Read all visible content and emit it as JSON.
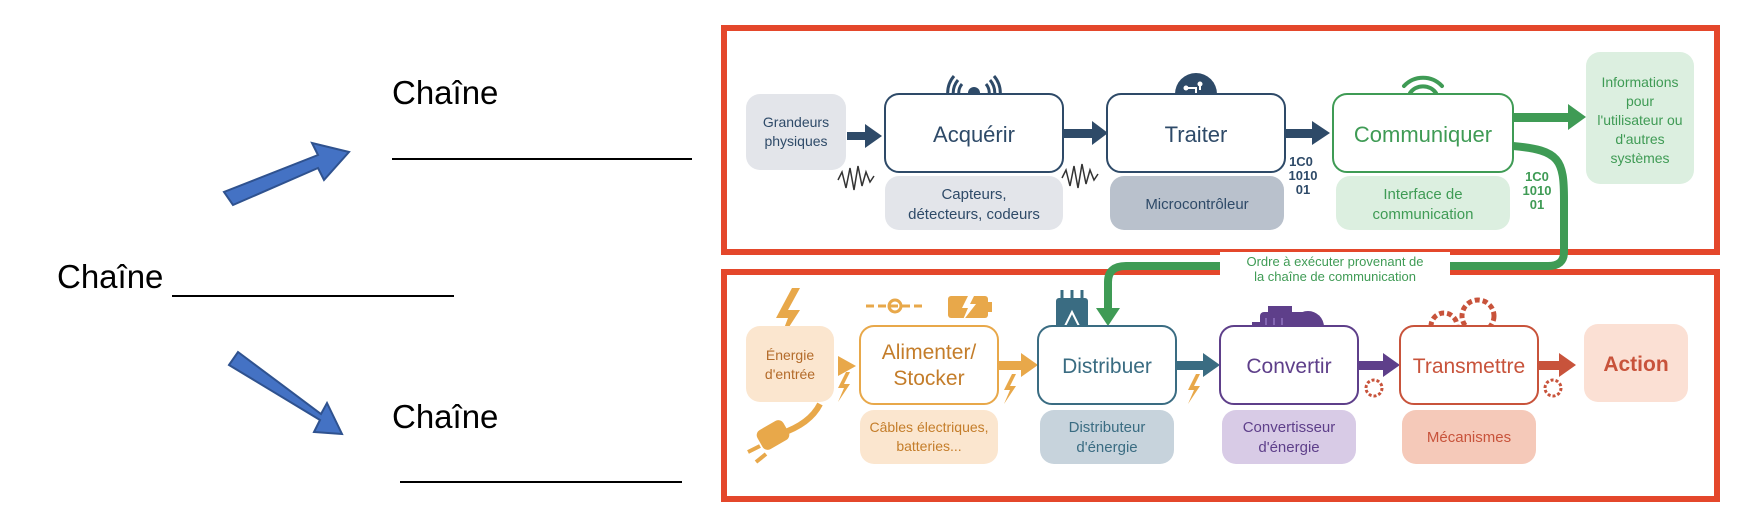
{
  "worksheet": {
    "top_label": "Chaîne",
    "middle_label": "Chaîne",
    "bottom_label": "Chaîne"
  },
  "info_chain": {
    "input": [
      "Grandeurs",
      "physiques"
    ],
    "blocks": [
      {
        "title": "Acquérir",
        "sub": [
          "Capteurs,",
          "détecteurs, codeurs"
        ]
      },
      {
        "title": "Traiter",
        "sub": [
          "Microcontrôleur"
        ]
      },
      {
        "title": "Communiquer",
        "sub": [
          "Interface de",
          "communication"
        ]
      }
    ],
    "output": [
      "Informations",
      "pour",
      "l'utilisateur ou",
      "d'autres",
      "systèmes"
    ],
    "binary_a": [
      "1C0",
      "1010",
      "01"
    ],
    "binary_b": [
      "1C0",
      "1010",
      "01"
    ],
    "order_text": [
      "Ordre à exécuter provenant de",
      "la chaîne de communication"
    ]
  },
  "energy_chain": {
    "input": [
      "Énergie",
      "d'entrée"
    ],
    "blocks": [
      {
        "title": [
          "Alimenter/",
          "Stocker"
        ],
        "sub": [
          "Câbles électriques,",
          "batteries..."
        ]
      },
      {
        "title": [
          "Distribuer"
        ],
        "sub": [
          "Distributeur",
          "d'énergie"
        ]
      },
      {
        "title": [
          "Convertir"
        ],
        "sub": [
          "Convertisseur",
          "d'énergie"
        ]
      },
      {
        "title": [
          "Transmettre"
        ],
        "sub": [
          "Mécanismes"
        ]
      }
    ],
    "output": "Action"
  },
  "colors": {
    "frame": "#e4472b",
    "info_dark": "#2e4a68",
    "info_green": "#3f9b55",
    "info_gray": "#dfe1e5",
    "energy_orange": "#e8a84a",
    "energy_teal": "#3a6c82",
    "energy_purple": "#5e3f8a",
    "energy_red": "#c8533b",
    "worksheet_arrow": "#4472c4"
  }
}
